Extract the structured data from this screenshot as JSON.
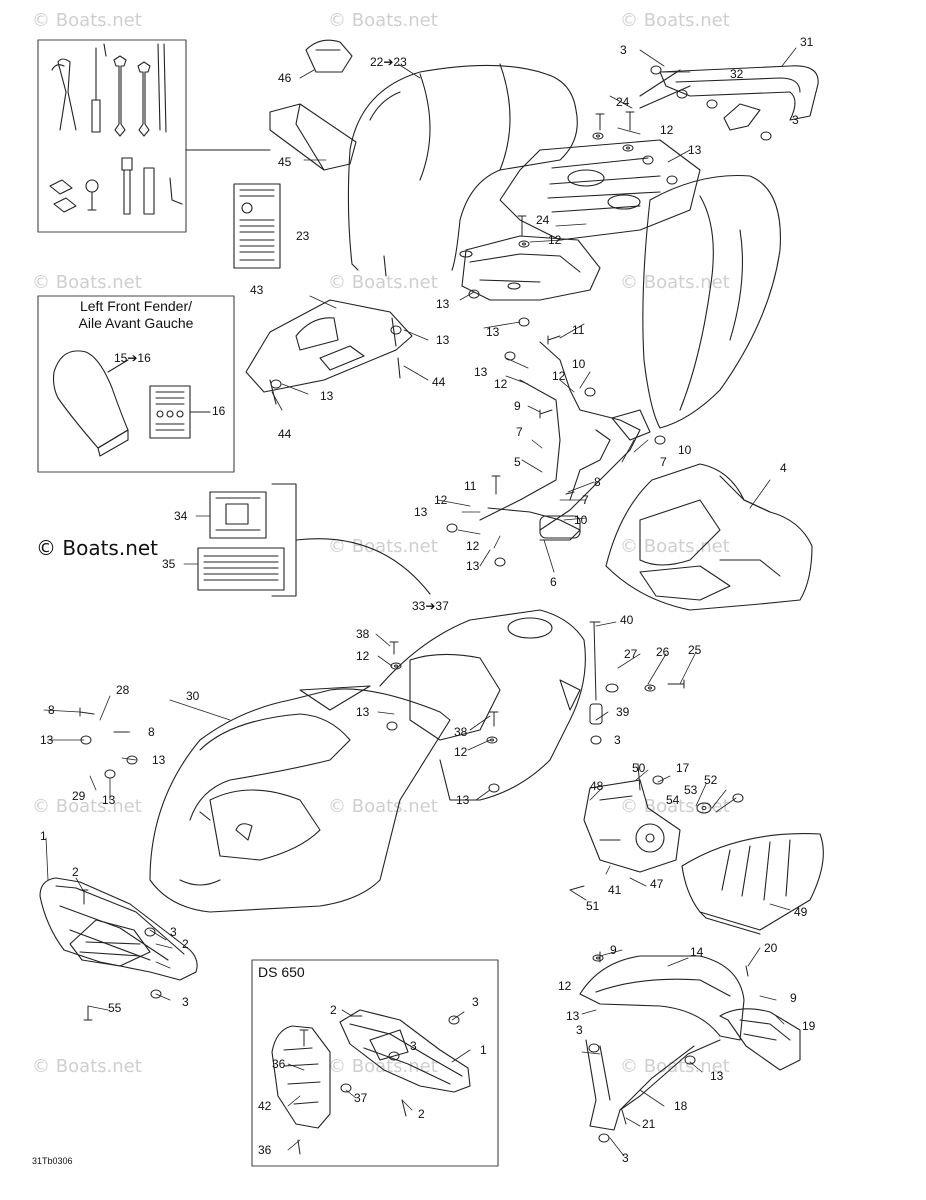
{
  "watermark": "© Boats.net",
  "code": "31Tb0306",
  "boxes": {
    "left_front_fender": "Left Front Fender/",
    "left_front_fender_fr": "Aile Avant Gauche",
    "ds650": "DS 650"
  },
  "labels": {
    "l1": "1",
    "l2": "2",
    "l3": "3",
    "l4": "4",
    "l5": "5",
    "l6": "6",
    "l7": "7",
    "l8": "8",
    "l9": "9",
    "l10": "10",
    "l11": "11",
    "l12": "12",
    "l13": "13",
    "l14": "14",
    "l15_16": "15➔16",
    "l16": "16",
    "l17": "17",
    "l18": "18",
    "l19": "19",
    "l20": "20",
    "l21": "21",
    "l22_23": "22➔23",
    "l23": "23",
    "l24": "24",
    "l25": "25",
    "l26": "26",
    "l27": "27",
    "l28": "28",
    "l29": "29",
    "l30": "30",
    "l31": "31",
    "l32": "32",
    "l33_37": "33➔37",
    "l34": "34",
    "l35": "35",
    "l36": "36",
    "l37": "37",
    "l38": "38",
    "l39": "39",
    "l40": "40",
    "l41": "41",
    "l42": "42",
    "l43": "43",
    "l44": "44",
    "l45": "45",
    "l46": "46",
    "l47": "47",
    "l48": "48",
    "l49": "49",
    "l50": "50",
    "l51": "51",
    "l52": "52",
    "l53": "53",
    "l54": "54",
    "l55": "55"
  }
}
